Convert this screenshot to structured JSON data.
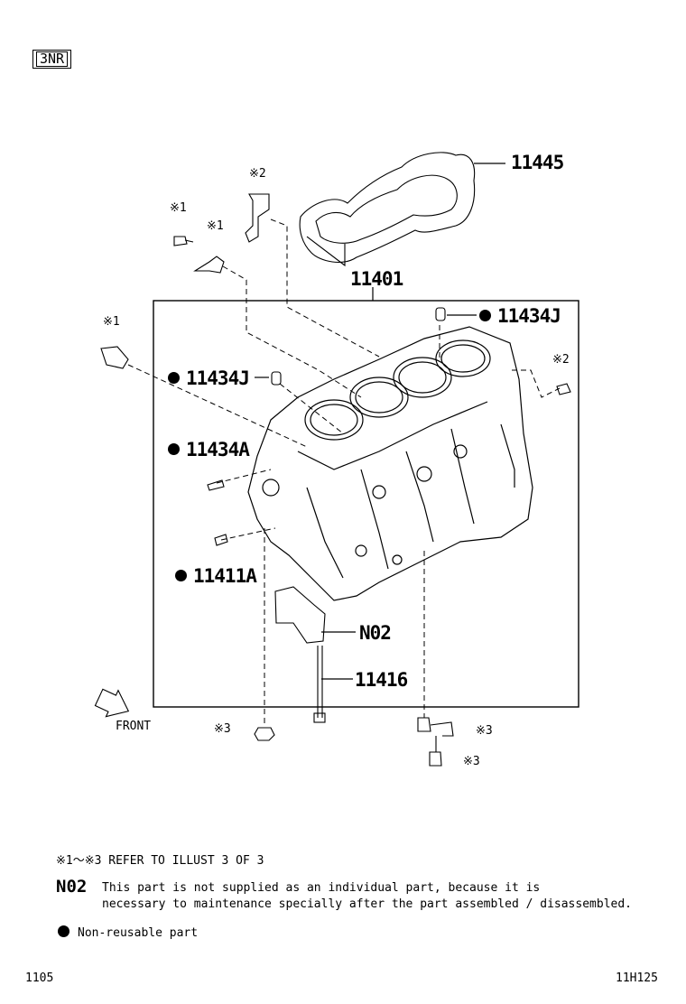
{
  "engine_tag": "3NR",
  "parts": {
    "p11445": "11445",
    "p11401": "11401",
    "p11434J_right": "11434J",
    "p11434J_left": "11434J",
    "p11434A": "11434A",
    "p11411A": "11411A",
    "pN02": "N02",
    "p11416": "11416"
  },
  "refs": {
    "r1a": "※1",
    "r1b": "※1",
    "r1c": "※1",
    "r2a": "※2",
    "r2b": "※2",
    "r3a": "※3",
    "r3b": "※3",
    "r3c": "※3"
  },
  "front_label": "FRONT",
  "notes": {
    "refer": "※1～※3 REFER TO ILLUST 3 OF 3",
    "code": "N02",
    "line1": "This part is not supplied as an individual part, because it is",
    "line2": "necessary to maintenance specially after the part assembled / disassembled.",
    "legend": "Non-reusable part"
  },
  "footer": {
    "left": "1105",
    "right": "11H125"
  }
}
